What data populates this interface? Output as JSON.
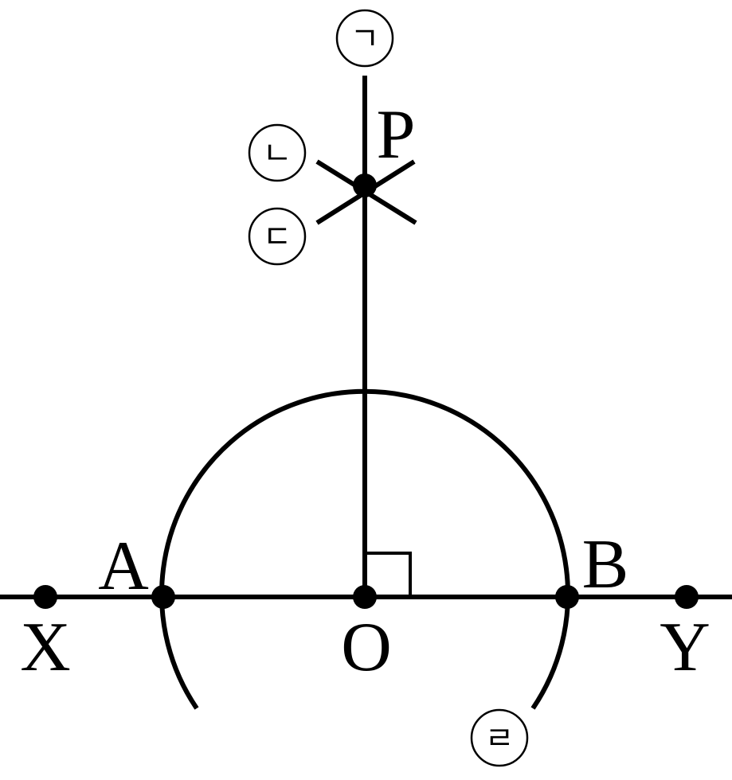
{
  "diagram": {
    "points": {
      "X": "X",
      "Y": "Y",
      "A": "A",
      "B": "B",
      "O": "O",
      "P": "P"
    },
    "steps": {
      "s1": "ㄱ",
      "s2": "ㄴ",
      "s3": "ㄷ",
      "s4": "ㄹ"
    },
    "colors": {
      "ink": "#000000",
      "background": "#ffffff"
    }
  }
}
